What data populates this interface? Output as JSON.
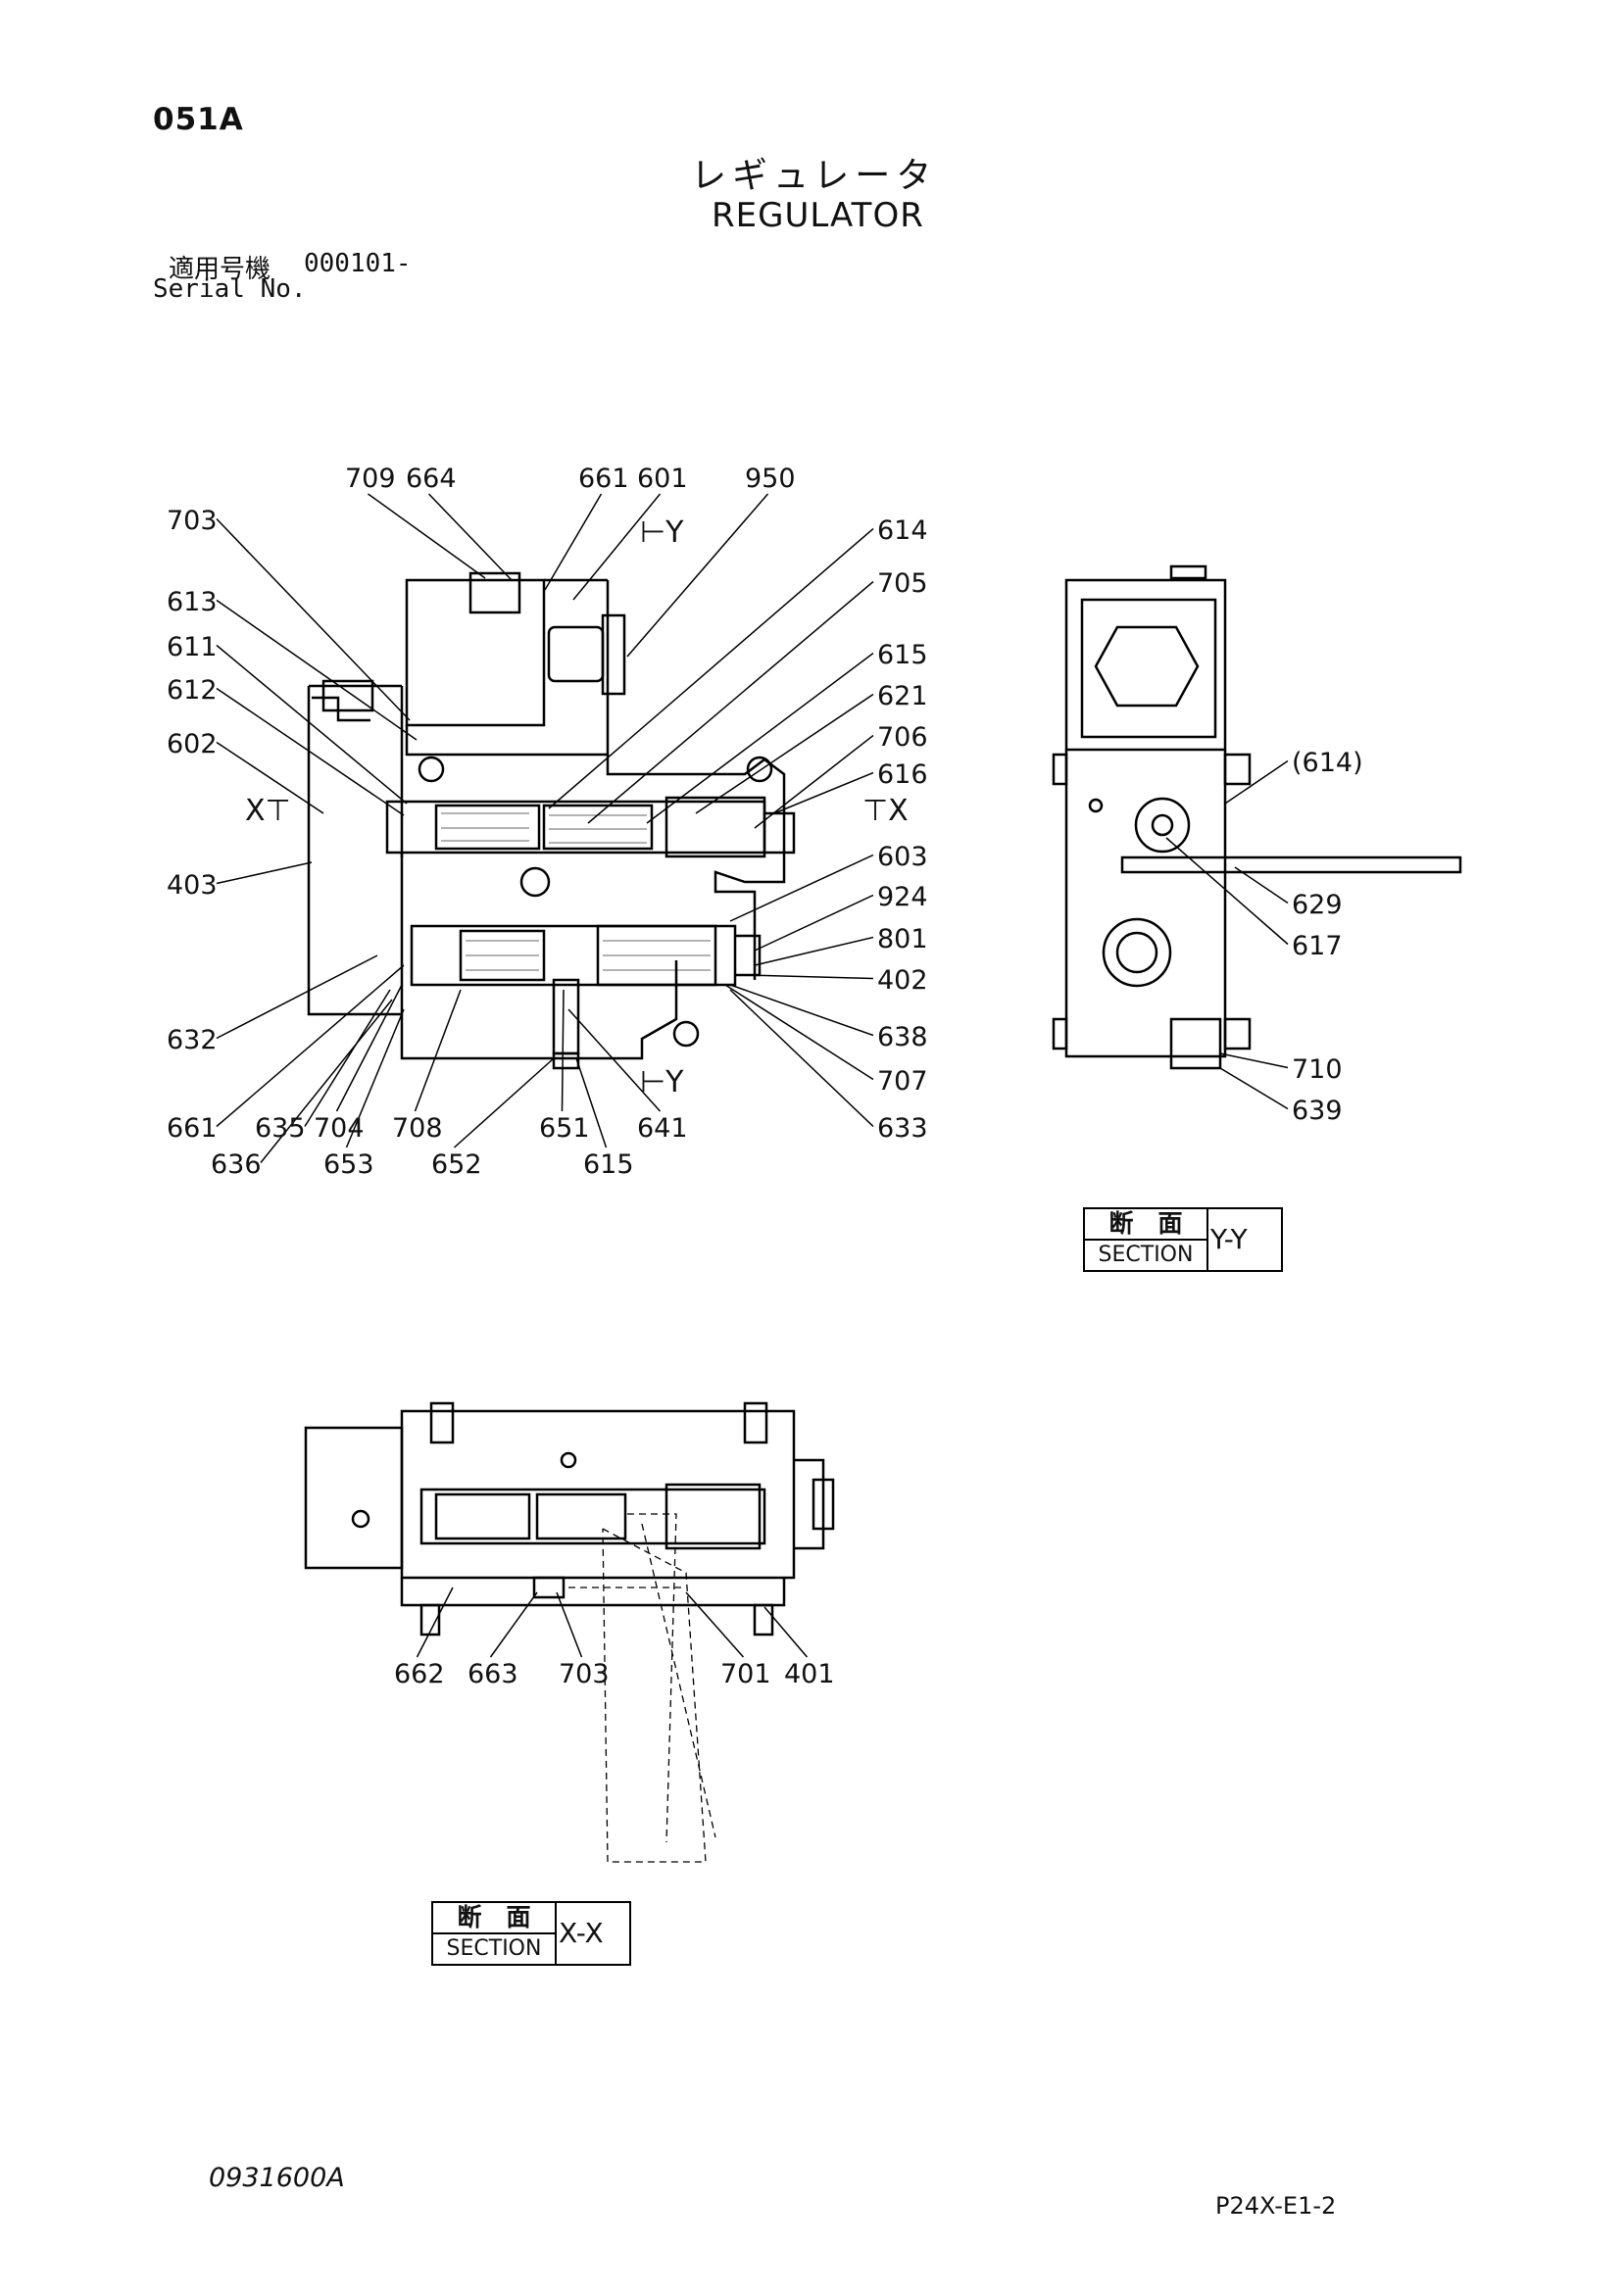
{
  "header": {
    "page_code": "051A",
    "title_jp": "レギュレータ",
    "title_en": "REGULATOR",
    "serial_label_jp": "適用号機",
    "serial_value": "000101-",
    "serial_label_en": "Serial No."
  },
  "main_view": {
    "section_markers": [
      "Y",
      "Y",
      "X",
      "X"
    ],
    "callouts": [
      "709",
      "664",
      "661",
      "601",
      "950",
      "703",
      "614",
      "613",
      "705",
      "611",
      "615",
      "612",
      "621",
      "602",
      "706",
      "616",
      "403",
      "603",
      "924",
      "801",
      "402",
      "632",
      "638",
      "707",
      "661",
      "704",
      "635",
      "708",
      "651",
      "641",
      "633",
      "636",
      "653",
      "652",
      "615"
    ]
  },
  "side_view": {
    "callouts": [
      "(614)",
      "629",
      "617",
      "710",
      "639"
    ],
    "section_box": {
      "jp": "断　面",
      "en": "SECTION",
      "mark": "Y-Y"
    }
  },
  "bottom_view": {
    "callouts": [
      "662",
      "663",
      "703",
      "701",
      "401"
    ],
    "section_box": {
      "jp": "断　面",
      "en": "SECTION",
      "mark": "X-X"
    }
  },
  "footer": {
    "drawing_number": "0931600A",
    "page_ref": "P24X-E1-2"
  }
}
